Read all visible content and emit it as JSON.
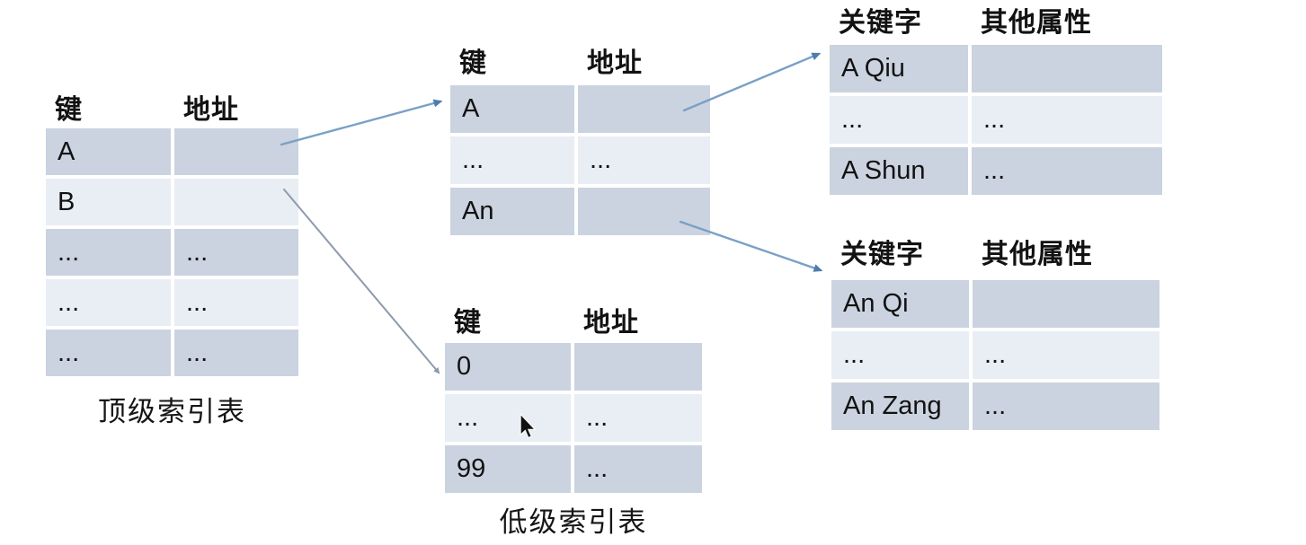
{
  "page": {
    "background": "#ffffff"
  },
  "colors": {
    "row_dark": "#cbd3e0",
    "row_light": "#e9edf4",
    "arrow_blue": "#7aa0c6",
    "arrowhead_blue": "#4e7dad",
    "arrow_gray": "#8e9aac",
    "text": "#121212"
  },
  "icons": {
    "cursor": "arrow-pointer-cursor",
    "arrows": [
      "arrow-top-to-mid-index",
      "arrow-top-to-low-index",
      "arrow-mid-to-records-a",
      "arrow-mid-to-records-an"
    ]
  },
  "tables": {
    "top_level": {
      "headers": [
        "键",
        "地址"
      ],
      "rows": [
        [
          "A",
          ""
        ],
        [
          "B",
          ""
        ],
        [
          "...",
          "..."
        ],
        [
          "...",
          "..."
        ],
        [
          "...",
          "..."
        ]
      ],
      "caption": "顶级索引表"
    },
    "mid_level": {
      "headers": [
        "键",
        "地址"
      ],
      "rows": [
        [
          "A",
          ""
        ],
        [
          "...",
          "..."
        ],
        [
          "An",
          ""
        ]
      ]
    },
    "low_level": {
      "headers": [
        "键",
        "地址"
      ],
      "rows": [
        [
          "0",
          ""
        ],
        [
          "...",
          "..."
        ],
        [
          "99",
          "..."
        ]
      ],
      "caption": "低级索引表"
    },
    "records_a": {
      "headers": [
        "关键字",
        "其他属性"
      ],
      "rows": [
        [
          "A Qiu",
          ""
        ],
        [
          "...",
          "..."
        ],
        [
          "A Shun",
          "..."
        ]
      ]
    },
    "records_an": {
      "headers": [
        "关键字",
        "其他属性"
      ],
      "rows": [
        [
          "An Qi",
          ""
        ],
        [
          "...",
          "..."
        ],
        [
          "An Zang",
          "..."
        ]
      ]
    }
  }
}
